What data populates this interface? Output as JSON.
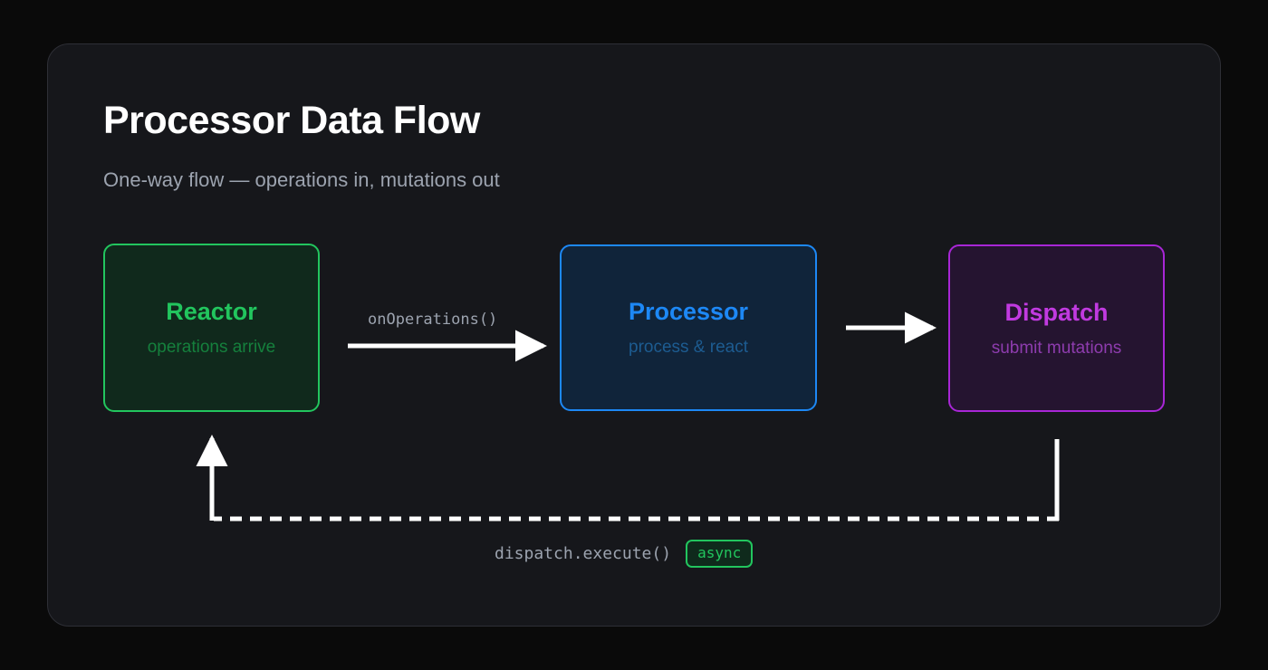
{
  "header": {
    "title": "Processor Data Flow",
    "subtitle": "One-way flow — operations in, mutations out"
  },
  "diagram": {
    "type": "flow",
    "nodes": [
      {
        "id": "reactor",
        "title": "Reactor",
        "subtitle": "operations arrive",
        "color": "#22c55e",
        "fill": "#10291c"
      },
      {
        "id": "processor",
        "title": "Processor",
        "subtitle": "process & react",
        "color": "#1d88f5",
        "fill": "#10243a"
      },
      {
        "id": "dispatch",
        "title": "Dispatch",
        "subtitle": "submit mutations",
        "color": "#c13ae0",
        "fill": "#251430"
      }
    ],
    "edges": [
      {
        "id": "reactor-to-processor",
        "from": "reactor",
        "to": "processor",
        "label": "onOperations()",
        "style": "solid",
        "color": "#ffffff"
      },
      {
        "id": "processor-to-dispatch",
        "from": "processor",
        "to": "dispatch",
        "label": "",
        "style": "solid",
        "color": "#ffffff"
      },
      {
        "id": "dispatch-to-reactor",
        "from": "dispatch",
        "to": "reactor",
        "label": "dispatch.execute()",
        "style": "dashed",
        "color": "#ffffff",
        "badge": "async"
      }
    ]
  },
  "labels": {
    "on_operations": "onOperations()",
    "dispatch_execute": "dispatch.execute()",
    "async_badge": "async"
  },
  "colors": {
    "page_background": "#0a0a0a",
    "card_background": "#16171b",
    "card_border": "#2e2f36",
    "title": "#ffffff",
    "subtitle": "#9ca3af",
    "edge": "#ffffff",
    "green": "#22c55e",
    "blue": "#1d88f5",
    "purple": "#c13ae0"
  }
}
